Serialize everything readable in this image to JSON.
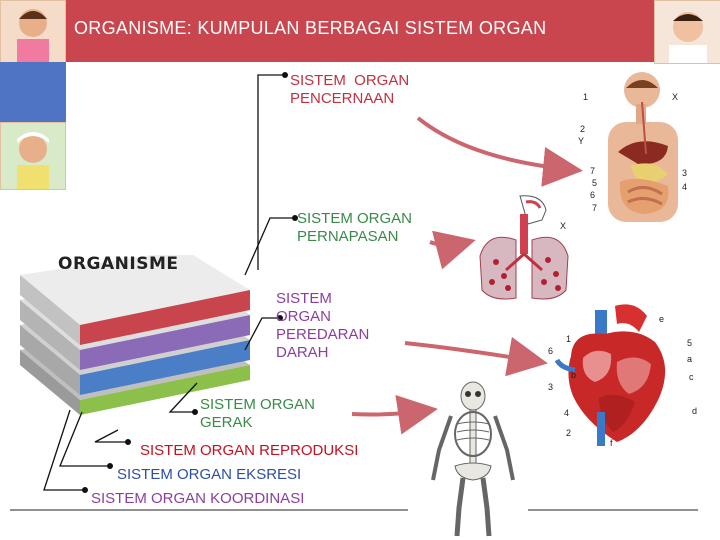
{
  "title": "ORGANISME: KUMPULAN BERBAGAI SISTEM ORGAN",
  "center_label": "ORGANISME",
  "systems": {
    "pencernaan": [
      "SISTEM  ORGAN",
      "PENCERNAAN"
    ],
    "pernapasan": [
      "SISTEM ORGAN",
      "PERNAPASAN"
    ],
    "peredaran": [
      "SISTEM",
      "ORGAN",
      "PEREDARAN",
      "DARAH"
    ],
    "gerak": [
      "SISTEM ORGAN",
      "GERAK"
    ],
    "reproduksi": "SISTEM ORGAN REPRODUKSI",
    "ekskresi": "SISTEM ORGAN EKSRESI",
    "koordinasi": "SISTEM ORGAN KOORDINASI"
  },
  "digestive_labels": [
    "1",
    "X",
    "2",
    "Y",
    "7",
    "5",
    "6",
    "3",
    "4",
    "7"
  ],
  "lung_labels": [
    "X"
  ],
  "heart_labels": [
    "e",
    "1",
    "6",
    "5",
    "a",
    "c",
    "3",
    "4",
    "d",
    "2",
    "f",
    "b"
  ],
  "colors": {
    "title_bar": "#c9464f",
    "layer_red": "#c8454d",
    "layer_purple": "#8b6bb8",
    "layer_blue": "#4a7fc8",
    "layer_green": "#8cc04a"
  }
}
